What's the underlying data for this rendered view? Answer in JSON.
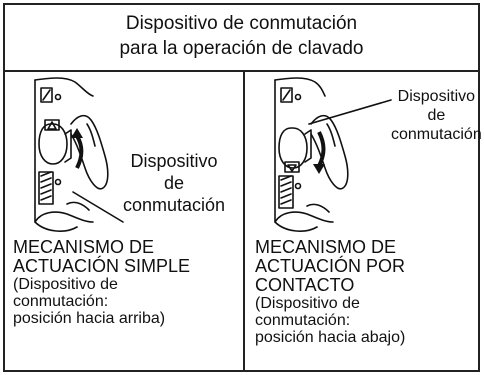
{
  "header": {
    "line1": "Dispositivo de conmutación",
    "line2": "para la operación de clavado"
  },
  "left": {
    "callout": [
      "Dispositivo",
      "de",
      "conmutación"
    ],
    "title": [
      "MECANISMO DE",
      "ACTUACIÓN SIMPLE"
    ],
    "sub": [
      "(Dispositivo de",
      "conmutación:",
      "posición hacia arriba)"
    ]
  },
  "right": {
    "callout": [
      "Dispositivo",
      "de",
      "conmutación"
    ],
    "title": [
      "MECANISMO DE",
      "ACTUACIÓN POR",
      "CONTACTO"
    ],
    "sub": [
      "(Dispositivo de",
      "conmutación:",
      "posición hacia abajo)"
    ]
  }
}
